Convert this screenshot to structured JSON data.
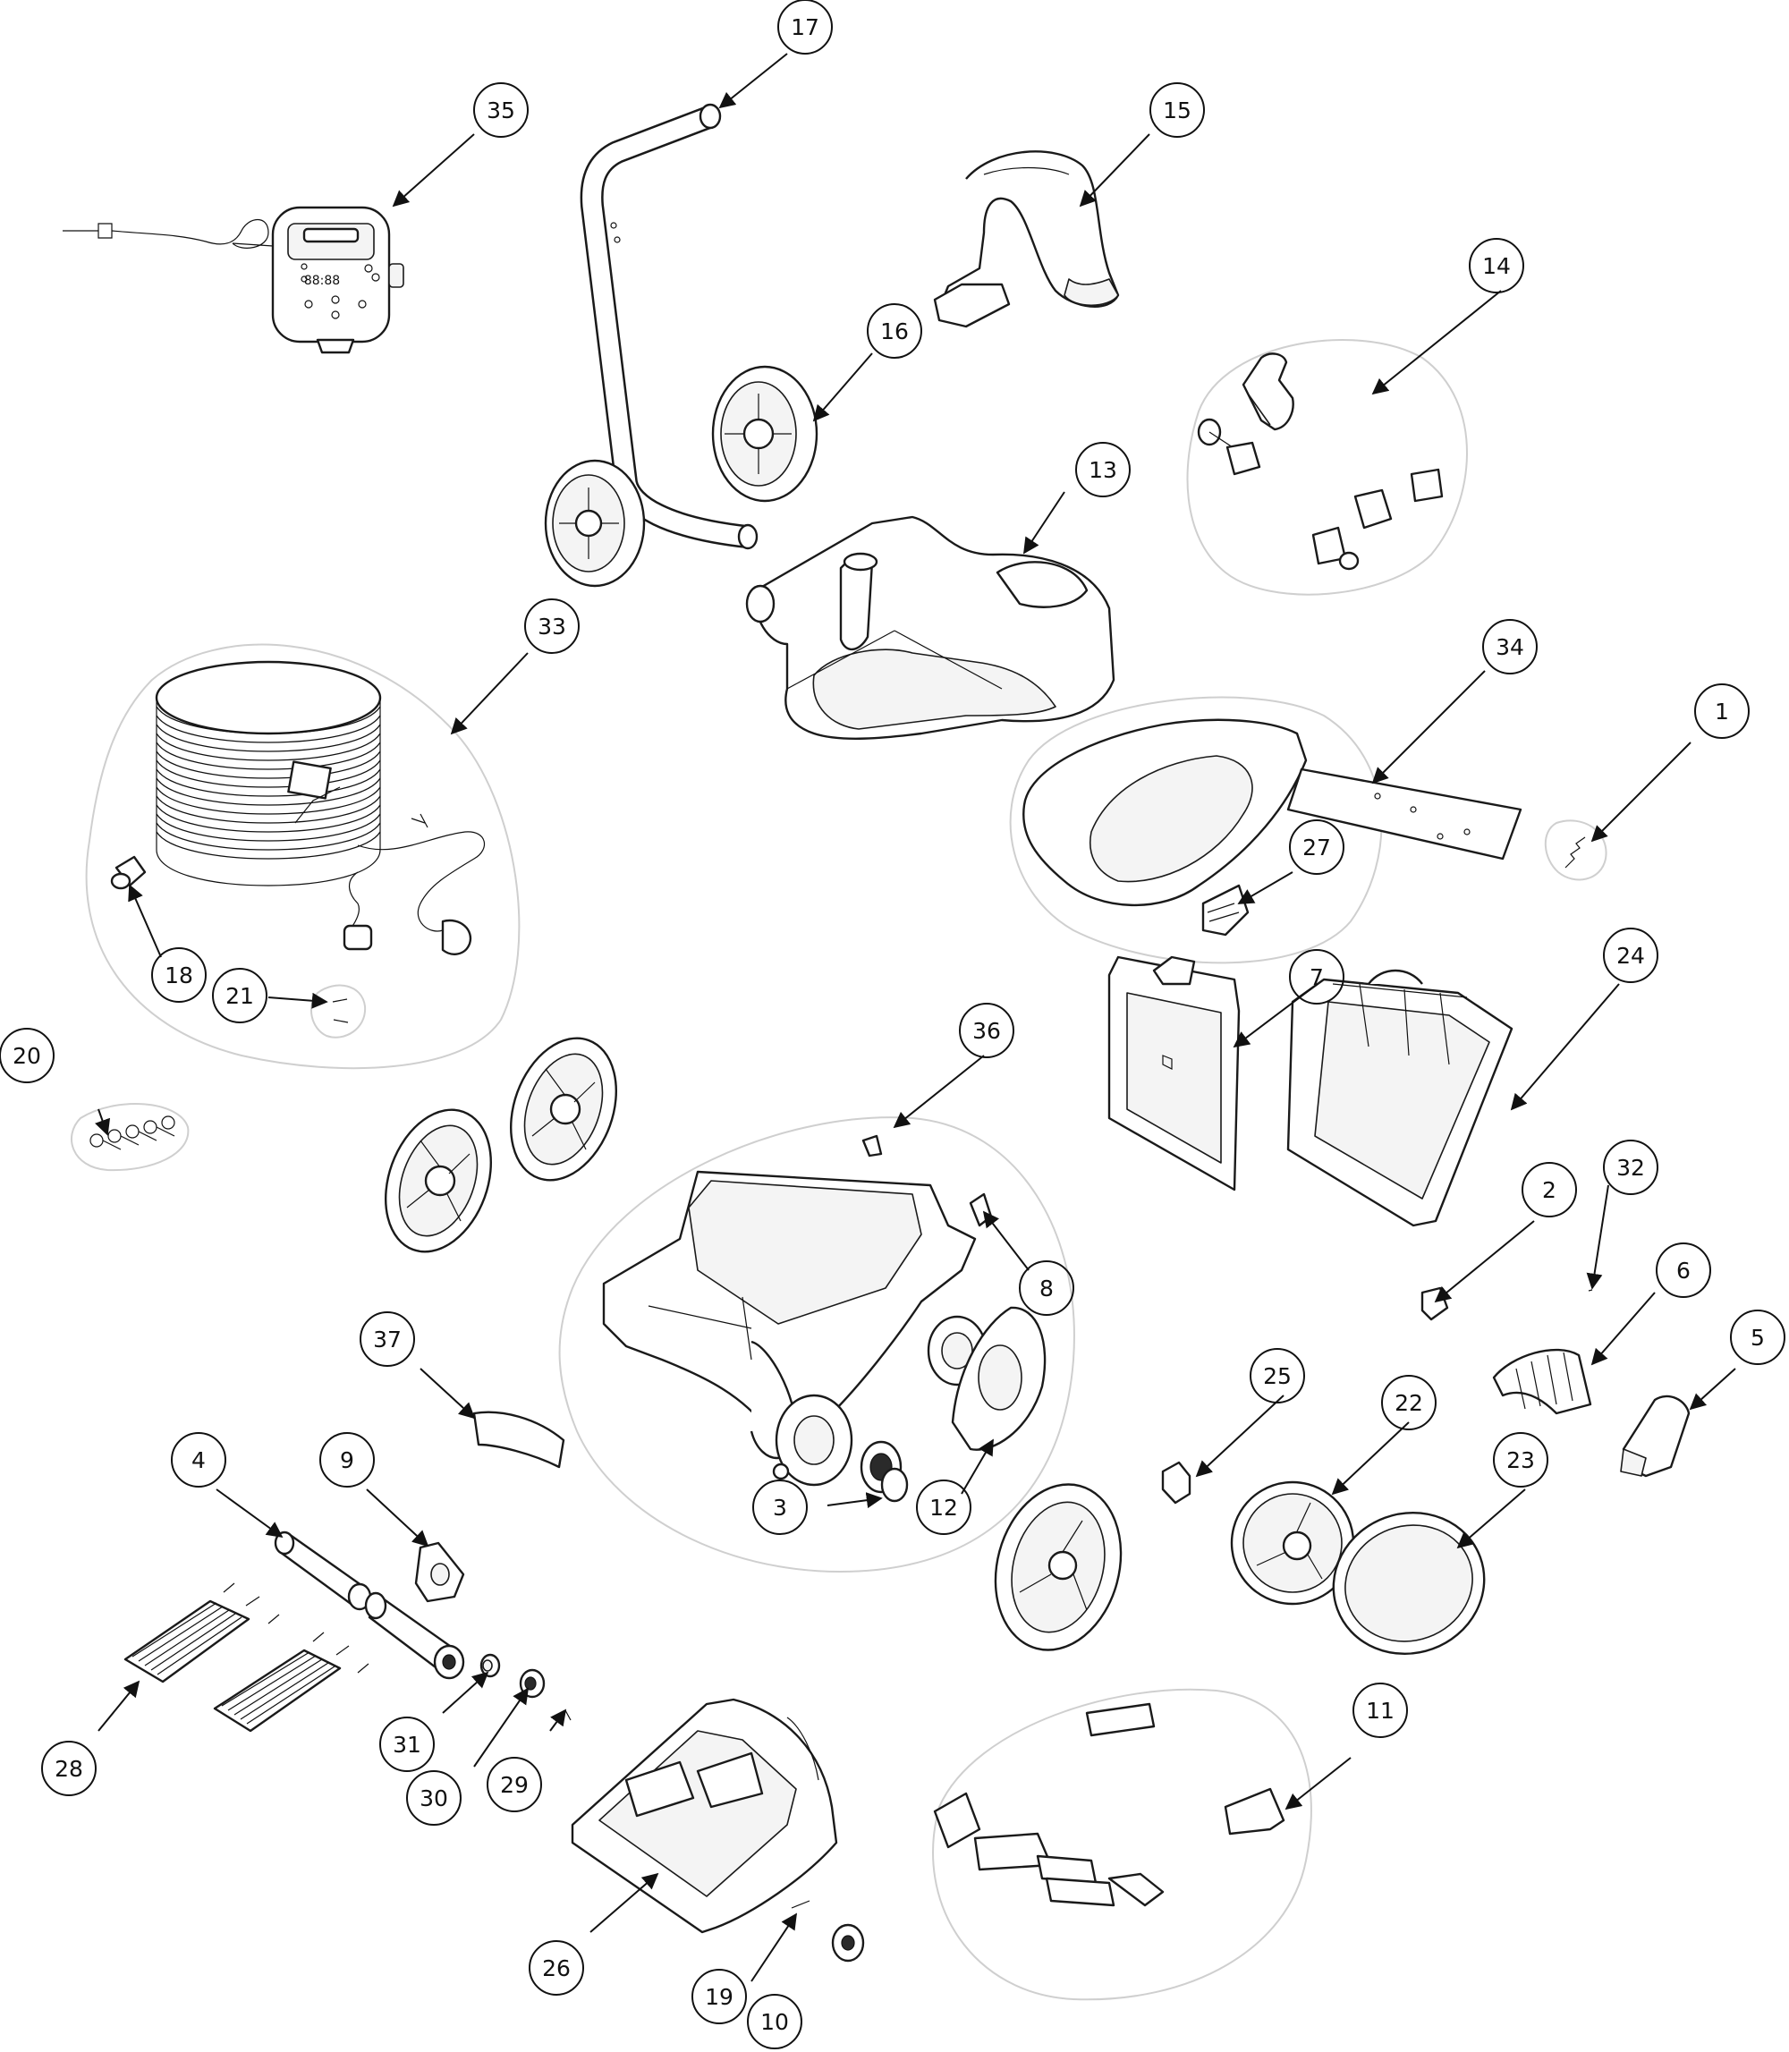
{
  "diagram": {
    "callouts": [
      {
        "num": "1"
      },
      {
        "num": "2"
      },
      {
        "num": "3"
      },
      {
        "num": "4"
      },
      {
        "num": "5"
      },
      {
        "num": "6"
      },
      {
        "num": "7"
      },
      {
        "num": "8"
      },
      {
        "num": "9"
      },
      {
        "num": "10"
      },
      {
        "num": "11"
      },
      {
        "num": "12"
      },
      {
        "num": "13"
      },
      {
        "num": "14"
      },
      {
        "num": "15"
      },
      {
        "num": "16"
      },
      {
        "num": "17"
      },
      {
        "num": "18"
      },
      {
        "num": "19"
      },
      {
        "num": "20"
      },
      {
        "num": "21"
      },
      {
        "num": "22"
      },
      {
        "num": "23"
      },
      {
        "num": "24"
      },
      {
        "num": "25"
      },
      {
        "num": "26"
      },
      {
        "num": "27"
      },
      {
        "num": "28"
      },
      {
        "num": "29"
      },
      {
        "num": "30"
      },
      {
        "num": "31"
      },
      {
        "num": "32"
      },
      {
        "num": "33"
      },
      {
        "num": "34"
      },
      {
        "num": "35"
      },
      {
        "num": "36"
      },
      {
        "num": "37"
      }
    ],
    "power_supply_display": "88:88",
    "colors": {
      "line": "#1a1a1a",
      "group_outline": "#cfcfcf",
      "background": "#ffffff"
    }
  }
}
